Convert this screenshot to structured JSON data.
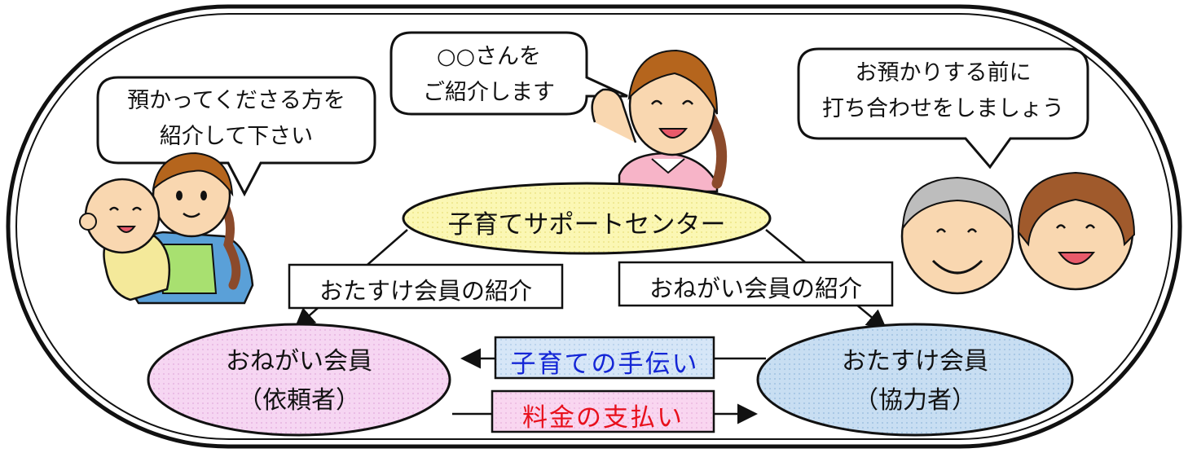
{
  "bubbles": {
    "left": {
      "lines": [
        "預かってくださる方を",
        "紹介して下さい"
      ]
    },
    "center": {
      "lines": [
        "○○さんを",
        "ご紹介します"
      ]
    },
    "right": {
      "lines": [
        "お預かりする前に",
        "打ち合わせをしましょう"
      ]
    }
  },
  "center_node": {
    "label": "子育てサポートセンター",
    "fill": "#fbf7b4"
  },
  "links": {
    "left_label": "おたすけ会員の紹介",
    "right_label": "おねがい会員の紹介"
  },
  "member_left": {
    "title": "おねがい会員",
    "subtitle": "（依頼者）",
    "fill": "#f6d6f2"
  },
  "member_right": {
    "title": "おたすけ会員",
    "subtitle": "（協力者）",
    "fill": "#c8def2"
  },
  "flows": {
    "top": {
      "label": "子育ての手伝い",
      "color": "#1426d6",
      "fill": "#d6e6f7"
    },
    "bottom": {
      "label": "料金の支払い",
      "color": "#e8101c",
      "fill": "#f9d6f0"
    }
  }
}
